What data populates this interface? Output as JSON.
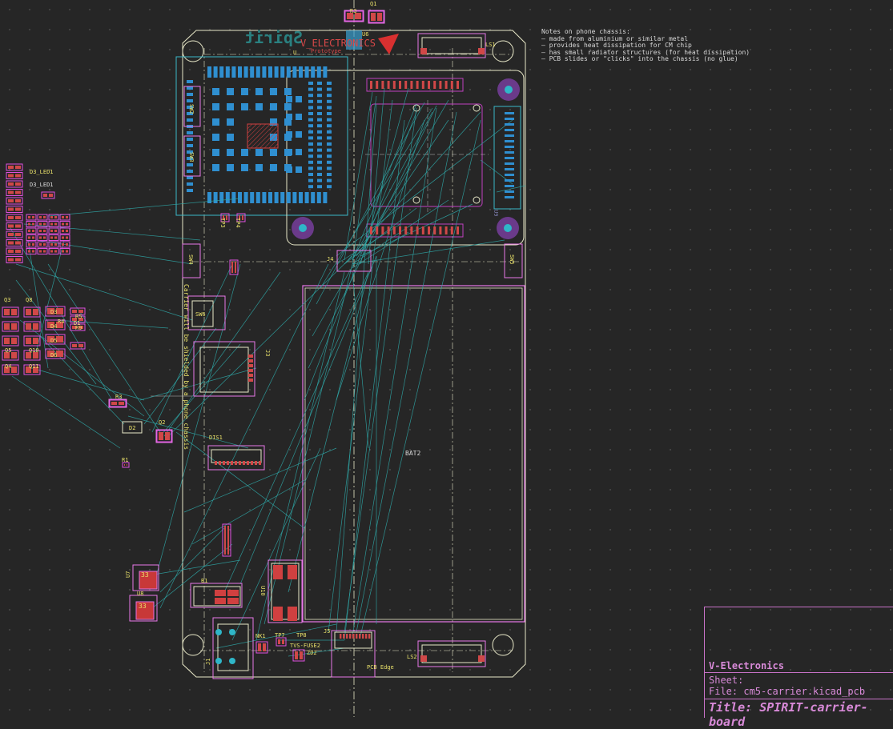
{
  "board": {
    "logo_text": "Spirit",
    "brand_text": "V_ELECTRONICS",
    "brand_sub": "Prototype",
    "side_text": "Carrier will be shielded by a phone chassis",
    "battery_label": "BAT2"
  },
  "notes": {
    "heading": "Notes on phone chassis:",
    "lines": [
      "— made from aluminium or similar metal",
      "— provides heat dissipation for CM chip",
      "— has small radiator structures (for heat dissipation)",
      "— PCB slides or \"clicks\" into the chassis (no glue)"
    ]
  },
  "title_block": {
    "company": "V-Electronics",
    "sheet": "Sheet:",
    "file": "File: cm5-carrier.kicad_pcb",
    "title": "Title: SPIRIT-carrier-board"
  },
  "refs": {
    "q1": "Q1",
    "r3top": "R3",
    "u6": "U6",
    "u": "U",
    "ls1": "LS1",
    "ls2": "LS2",
    "d3led1a": "D3_LED1",
    "d3led1b": "D3_LED1",
    "q3": "Q3",
    "q8": "Q8",
    "d3": "D3",
    "d4": "D4",
    "d5": "D5",
    "d6": "D6",
    "d1": "D1",
    "r5": "R5",
    "r9": "R9",
    "r4": "R4",
    "q5": "Q5",
    "q4": "Q4",
    "q10": "Q10",
    "q11": "Q11",
    "tp3": "TP3",
    "tp4": "TP4",
    "sw2": "SW2",
    "sw3": "SW3",
    "sw4": "SW4",
    "sw5": "SW5",
    "sw6": "SW6",
    "j3": "J3",
    "j4": "J4",
    "j1": "J1",
    "j5": "J5",
    "dis1": "DIS1",
    "d2": "D2",
    "q2": "Q2",
    "r1": "R1",
    "r3": "R3",
    "u7": "U7",
    "u8": "U8",
    "u10": "U10",
    "b1": "B1",
    "nk1": "NK1",
    "tp7": "TP7",
    "tp8": "TP8",
    "zd2": "ZD2",
    "tvs": "TVS-FUSE2",
    "u9": "U9",
    "pcbedge": "PCB Edge",
    "q33a": "33",
    "q33b": "33"
  }
}
